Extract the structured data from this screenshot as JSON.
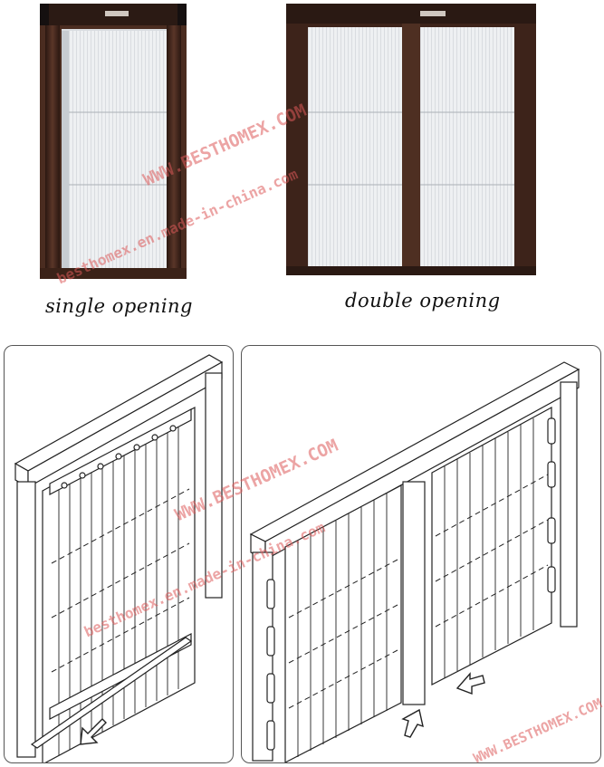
{
  "captions": {
    "single": "single opening",
    "double": "double opening"
  },
  "watermark": {
    "line1": "WWW.BESTHOMEX.COM",
    "line2": "besthomex.en.made-in-china.com"
  },
  "colors": {
    "frame": "#3d231a",
    "mesh": "#e8ebee",
    "watermark": "#dc5a5a",
    "line_art": "#222222"
  },
  "icons": {
    "arrow_single": "arrow-down-left-icon",
    "arrow_double_left": "arrow-up-right-icon",
    "arrow_double_right": "arrow-down-left-icon"
  }
}
